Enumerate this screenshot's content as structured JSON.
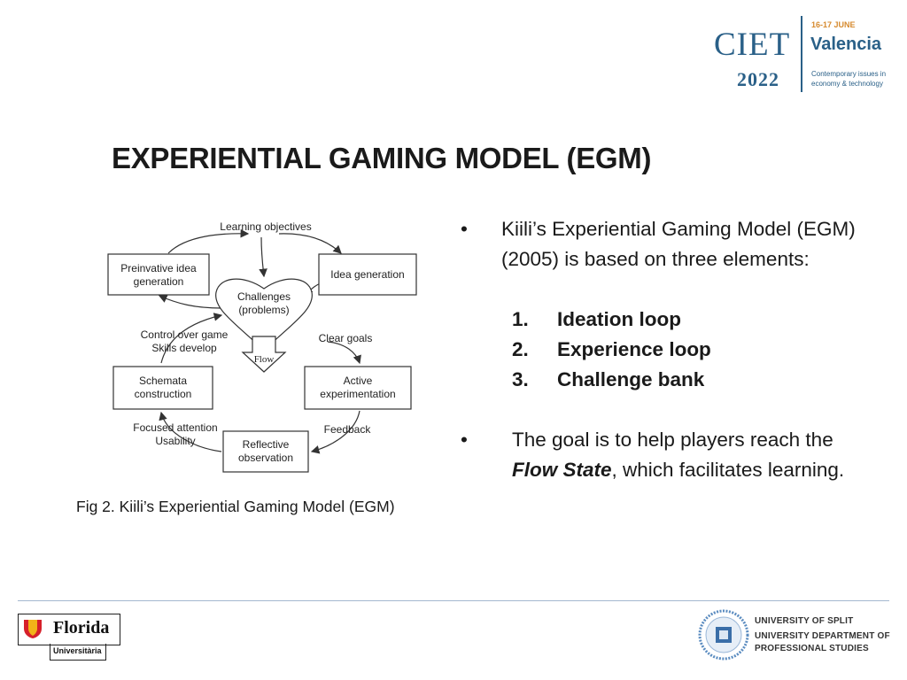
{
  "header_logo": {
    "name": "CIET",
    "year": "2022",
    "date": "16-17 JUNE",
    "city": "Valencia",
    "tagline_1": "Contemporary issues in",
    "tagline_2": "economy & technology",
    "accent_color": "#2a6088",
    "date_color": "#d68a2e"
  },
  "slide": {
    "title": "EXPERIENTIAL GAMING MODEL (EGM)",
    "figure_caption": "Fig 2. Kiili’s Experiential Gaming Model (EGM)"
  },
  "diagram": {
    "learning_objectives": "Learning objectives",
    "preinvative_1": "Preinvative idea",
    "preinvative_2": "generation",
    "idea_generation": "Idea generation",
    "challenges_1": "Challenges",
    "challenges_2": "(problems)",
    "flow": "Flow",
    "control_1": "Control over game",
    "control_2": "Skills develop",
    "clear_goals": "Clear goals",
    "schemata_1": "Schemata",
    "schemata_2": "construction",
    "active_1": "Active",
    "active_2": "experimentation",
    "focused_1": "Focused attention",
    "focused_2": "Usability",
    "feedback": "Feedback",
    "reflective_1": "Reflective",
    "reflective_2": "observation"
  },
  "content": {
    "bullet_symbol": "•",
    "bullet1_text": "Kiili’s Experiential Gaming Model (EGM) (2005) is based on three elements:",
    "elements": [
      {
        "num": "1.",
        "label": "Ideation loop"
      },
      {
        "num": "2.",
        "label": "Experience loop"
      },
      {
        "num": "3.",
        "label": "Challenge bank"
      }
    ],
    "bullet2_pre": "The goal is to help players reach the ",
    "bullet2_em": "Flow State",
    "bullet2_post": ", which facilitates learning."
  },
  "footer": {
    "florida_name": "Florida",
    "florida_sub": "Universitària",
    "split_line1": "UNIVERSITY OF SPLIT",
    "split_line2": "UNIVERSITY DEPARTMENT OF",
    "split_line3": "PROFESSIONAL STUDIES",
    "divider_color": "#a5b8d0"
  }
}
